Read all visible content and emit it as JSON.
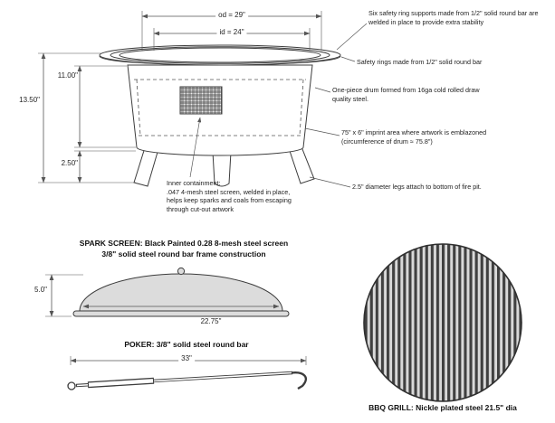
{
  "colors": {
    "line": "#3c3c3c",
    "dim_line": "#555555",
    "fill_light": "#d9d9d9"
  },
  "firepit": {
    "dims": {
      "od": "od = 29\"",
      "id": "id = 24\"",
      "total": "13.50\"",
      "drum": "11.00\"",
      "legs": "2.50\""
    },
    "notes": {
      "safety_supports": "Six safety ring supports made from 1/2\" solid round bar are welded in place to provide extra stability",
      "safety_rings": "Safety rings made from 1/2\" solid round bar",
      "drum": "One-piece drum formed from 16ga cold rolled draw quality steel.",
      "imprint": "75\" x 6\" imprint area where artwork is emblazoned (circumference of drum ≈ 75.8\")",
      "legs": "2.5\" diameter legs attach to bottom of fire pit.",
      "containment_title": "Inner containment:",
      "containment_body": ".047 4-mesh steel screen, welded in place, helps keep sparks and coals from escaping through cut-out artwork"
    }
  },
  "spark_screen": {
    "title_line1": "SPARK SCREEN:  Black Painted 0.28 8-mesh steel screen",
    "title_line2": "3/8\" solid steel round bar frame construction",
    "dims": {
      "height": "5.0\"",
      "width": "22.75\""
    }
  },
  "poker": {
    "title": "POKER: 3/8\" solid steel round bar",
    "dims": {
      "length": "33\""
    }
  },
  "grill": {
    "label": "BBQ GRILL: Nickle plated steel 21.5\" dia"
  }
}
